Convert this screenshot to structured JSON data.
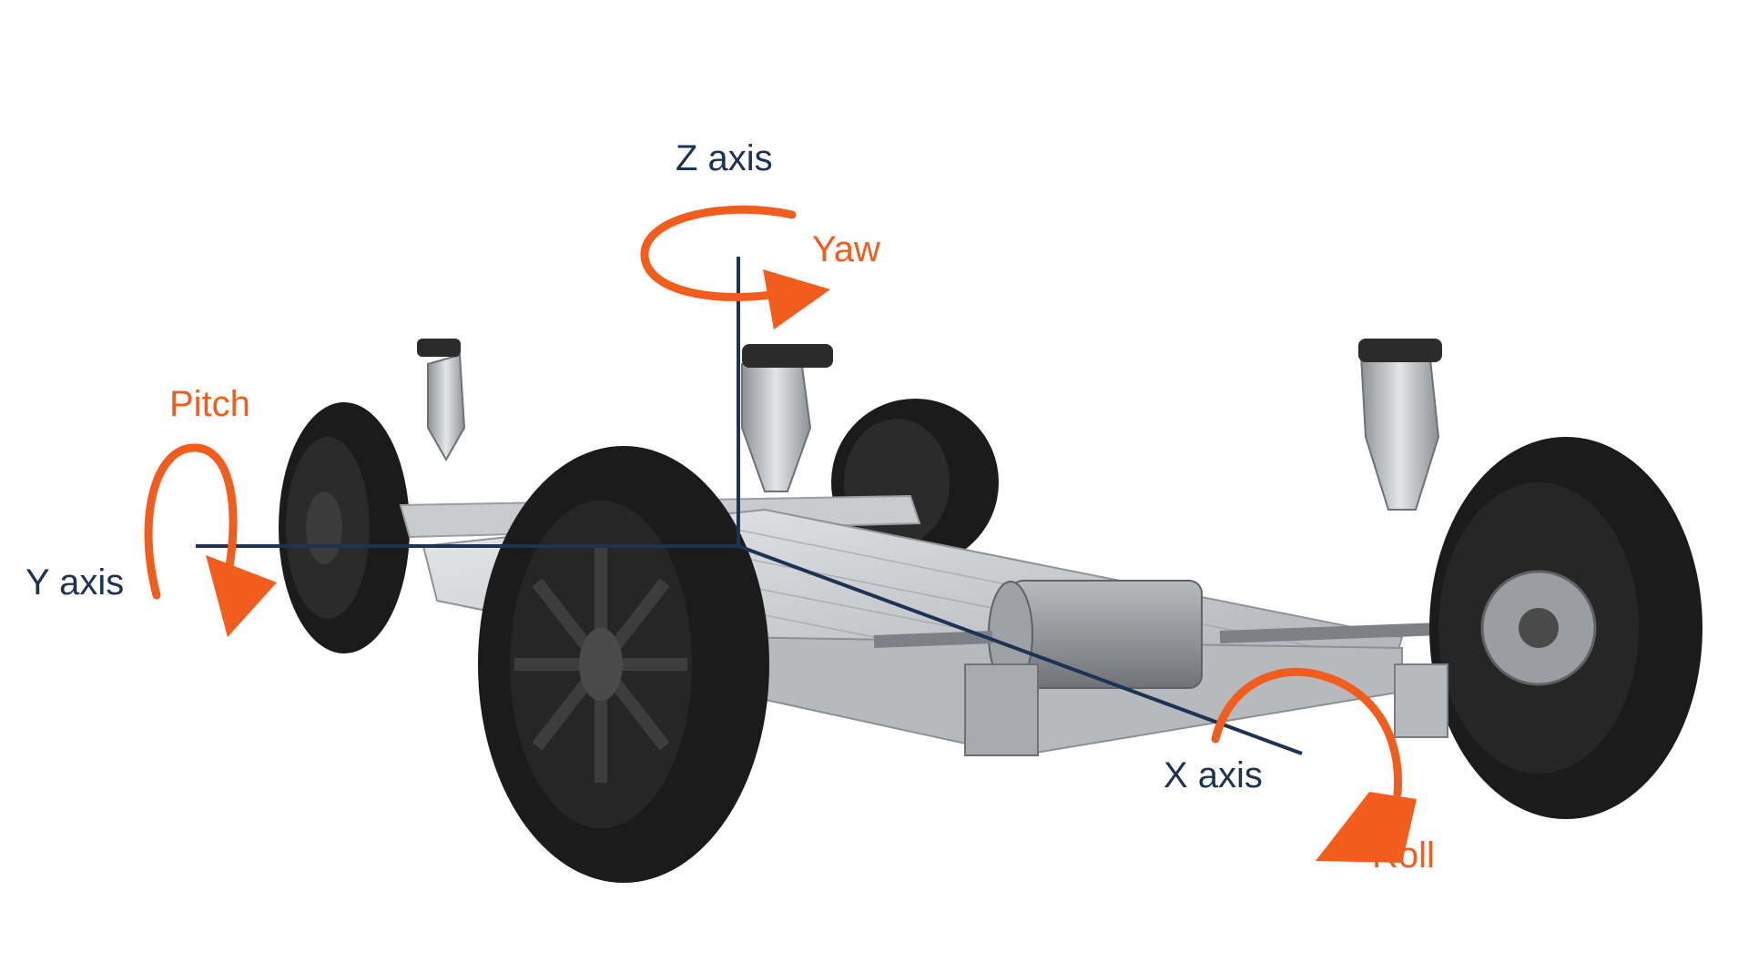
{
  "labels": {
    "z_axis": "Z axis",
    "y_axis": "Y axis",
    "x_axis": "X axis",
    "yaw": "Yaw",
    "pitch": "Pitch",
    "roll": "Roll"
  },
  "colors": {
    "axis": "#1d3354",
    "rotation_arrow": "#f25c1c",
    "tire": "#1b1b1b",
    "frame": "#c9cbcd",
    "battery_deck": "#b5b8bb",
    "damper": "#b9bcbf"
  }
}
